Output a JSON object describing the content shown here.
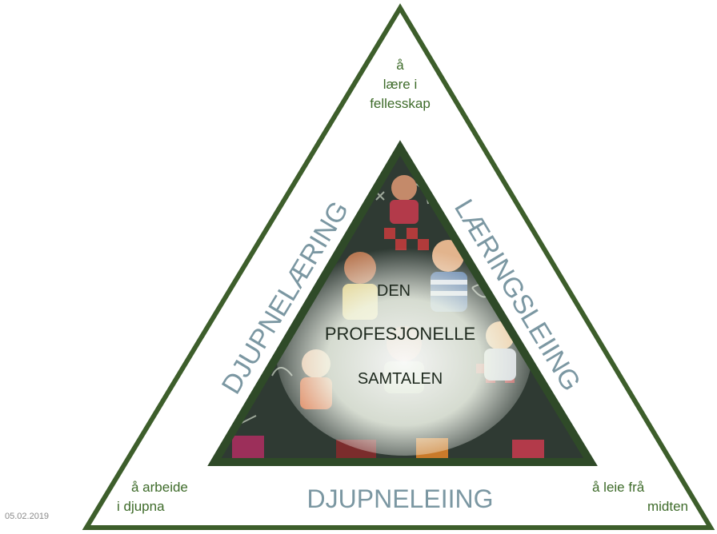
{
  "date": "05.02.2019",
  "corners": {
    "top": [
      "å",
      "lære i",
      "fellesskap"
    ],
    "bottom_left": [
      "å arbeide",
      "i djupna"
    ],
    "bottom_right": [
      "å leie frå",
      "midten"
    ]
  },
  "sides": {
    "left": "DJUPNELÆRING",
    "right": "LÆRINGSLEIING",
    "bottom": "DJUPNELEIING"
  },
  "center": [
    "DEN",
    "PROFESJONELLE",
    "SAMTALEN"
  ],
  "colors": {
    "outer_triangle": "#3d5e2b",
    "inner_border": "#2f4a28",
    "side_text": "#7b97a2",
    "corner_text": "#3e6b2a",
    "center_text": "#1f2a1f",
    "chalkboard": "#2f3a33"
  },
  "image_subject": "illustrated children on a chalkboard background"
}
